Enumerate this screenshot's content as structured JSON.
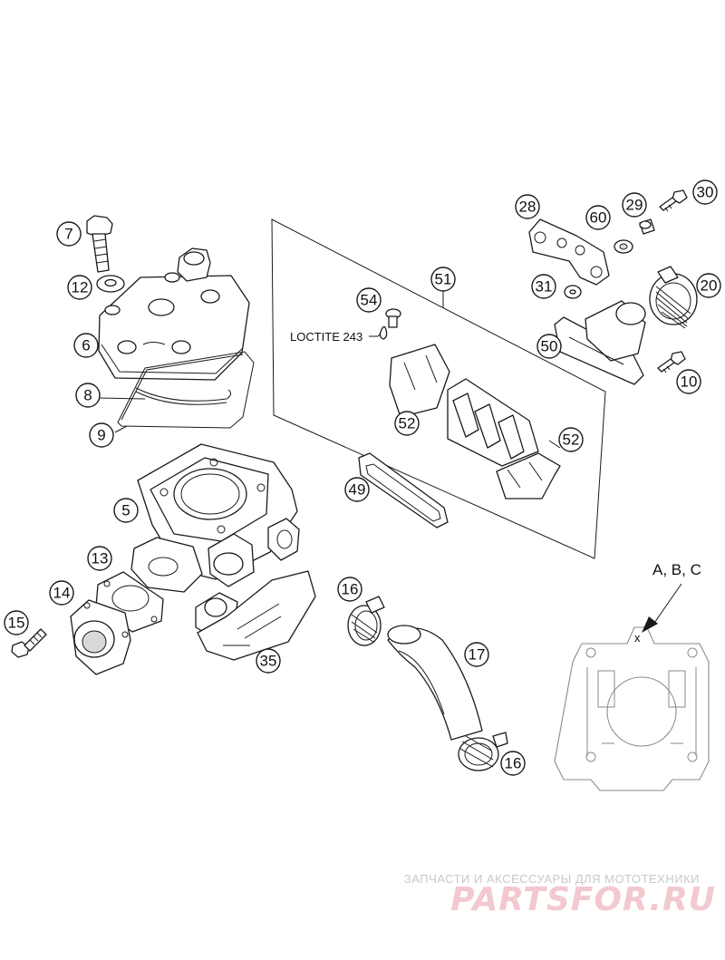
{
  "diagram": {
    "callouts": [
      "7",
      "12",
      "6",
      "8",
      "9",
      "5",
      "13",
      "14",
      "15",
      "35",
      "54",
      "51",
      "52",
      "52",
      "49",
      "28",
      "60",
      "29",
      "30",
      "31",
      "20",
      "50",
      "10",
      "16",
      "17",
      "16"
    ],
    "note_label": "LOCTITE 243",
    "reference_label": "A, B, C",
    "reference_mark": "x"
  },
  "watermark": {
    "tagline": "ЗАПЧАСТИ И АКСЕССУАРЫ ДЛЯ МОТОТЕХНИКИ",
    "logo": "PARTSFOR.RU"
  },
  "colors": {
    "line": "#1a1a1a",
    "ghost_line": "#8a8a8a",
    "watermark_logo": "#f2c9cf",
    "watermark_text": "#c9c9c9"
  }
}
